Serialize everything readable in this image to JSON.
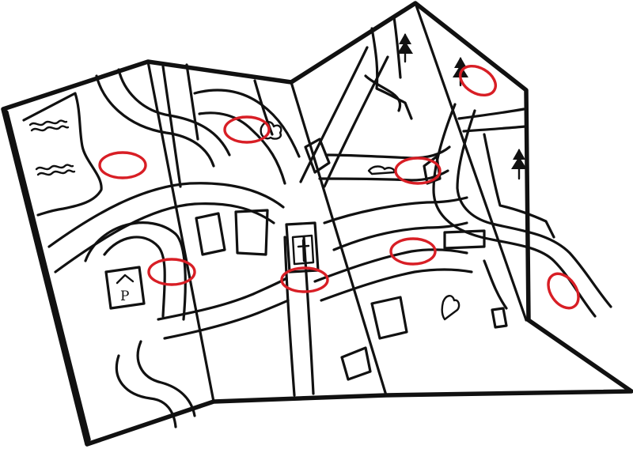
{
  "map": {
    "parking_letter": "P",
    "marker_color": "#d81e25",
    "ink_color": "#111111",
    "paper_color": "#ffffff",
    "markers": [
      {
        "name": "marker-lake"
      },
      {
        "name": "marker-parking"
      },
      {
        "name": "marker-tree-park"
      },
      {
        "name": "marker-church"
      },
      {
        "name": "marker-north-road"
      },
      {
        "name": "marker-central-road"
      },
      {
        "name": "marker-forest"
      },
      {
        "name": "marker-east-river"
      }
    ],
    "icons": [
      "water-wave-icon",
      "parking-sign-icon",
      "church-cross-icon",
      "pine-tree-icon",
      "bush-icon",
      "bridge-icon"
    ]
  }
}
